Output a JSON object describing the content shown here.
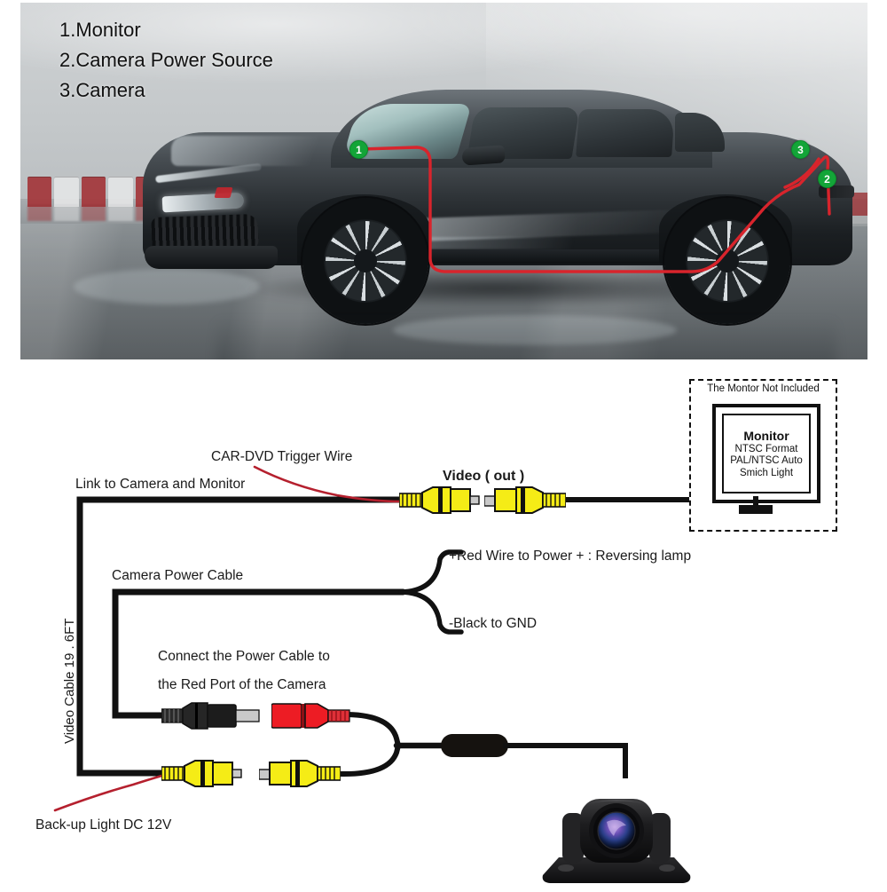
{
  "photo": {
    "legend": [
      "1.Monitor",
      "2.Camera Power Source",
      "3.Camera"
    ],
    "markers": [
      {
        "id": "1",
        "label": "1"
      },
      {
        "id": "2",
        "label": "2"
      },
      {
        "id": "3",
        "label": "3"
      }
    ],
    "route_color": "#d8242c",
    "marker_color": "#13a538"
  },
  "diagram": {
    "labels": {
      "trigger_wire": "CAR-DVD Trigger Wire",
      "link_to": "Link to Camera and Monitor",
      "video_out": "Video ( out )",
      "power_cable": "Camera Power Cable",
      "red_wire": "+Red Wire to Power + : Reversing lamp",
      "black_wire": "-Black to GND",
      "connect_1": "Connect the Power Cable to",
      "connect_2": "the Red Port of the Camera",
      "backup_light": "Back-up Light DC 12V",
      "video_cable_length": "Video Cable 19 . 6FT"
    },
    "monitor_box": {
      "caption": "The Montor Not Included",
      "title": "Monitor",
      "line1": "NTSC Format",
      "line2": "PAL/NTSC Auto",
      "line3": "Smich Light"
    },
    "colors": {
      "rca_yellow": "#f5ec16",
      "connector_red": "#ed1c24",
      "connector_black": "#231f20",
      "wire_black": "#111111",
      "wire_red": "#b5202e"
    }
  }
}
